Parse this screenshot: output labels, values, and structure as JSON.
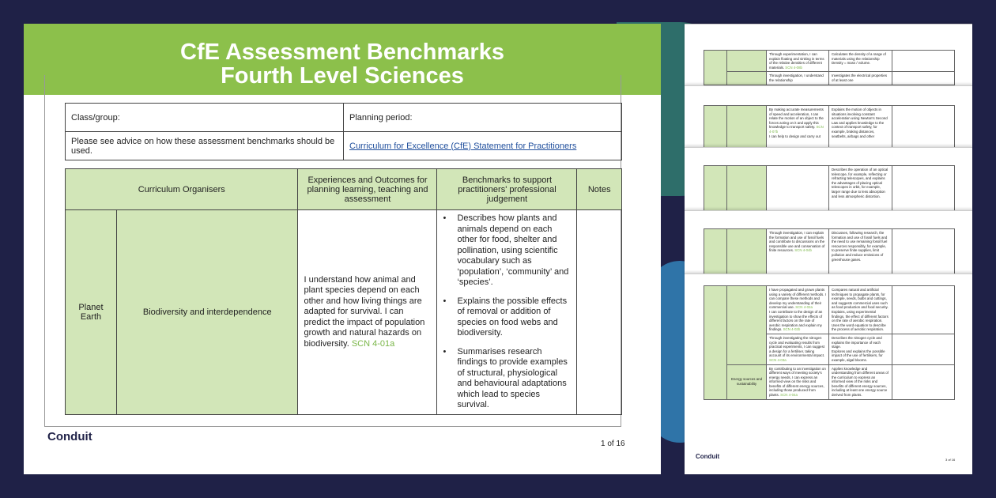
{
  "title_line1": "CfE Assessment Benchmarks",
  "title_line2": "Fourth Level Sciences",
  "info": {
    "class_label": "Class/group:",
    "planning_label": "Planning period:",
    "advice": "Please see advice on how these assessment benchmarks should be used.",
    "link": "Curriculum for Excellence (CfE) Statement for Practitioners"
  },
  "table": {
    "headers": [
      "Curriculum Organisers",
      "Experiences and Outcomes for planning learning, teaching and assessment",
      "Benchmarks to support practitioners' professional judgement",
      "Notes"
    ],
    "organiser": "Planet Earth",
    "sub_organiser": "Biodiversity and interdependence",
    "outcome": "I understand how animal and plant species depend on each other and how living things are adapted for survival. I can predict the impact of population growth and natural hazards on biodiversity.",
    "outcome_code": "SCN 4-01a",
    "benchmarks": [
      "Describes how plants and animals depend on each other for food, shelter and pollination, using scientific vocabulary such as ‘population’, ‘community’ and ‘species’.",
      "Explains the possible effects of removal or addition of species on food webs and biodiversity.",
      "Summarises research findings to provide examples of structural, physiological and behavioural adaptations which lead to species survival."
    ]
  },
  "footer": {
    "logo": "Conduit",
    "page": "1 of 16"
  },
  "thumbs": {
    "s1": {
      "o1": "Through experimentation, I can explain floating and sinking in terms of the relative densities of different materials.",
      "c1": "SCN 4-08b",
      "b1": "Calculates the density of a range of materials using the relationship Density = mass / volume.",
      "o2": "Through investigation, I understand the relationship",
      "b2": "Investigates the electrical properties of at least one"
    },
    "s2": {
      "o": "By making accurate measurements of speed and acceleration, I can relate the motion of an object to the forces acting on it and apply this knowledge to transport safety.",
      "c": "SCN 4-07b",
      "o2": "I can help to design and carry out",
      "b": "Explains the motion of objects in situations involving constant acceleration using Newton's Second Law and applies knowledge to the context of transport safety, for example, braking distances, seatbelts, airbags and other"
    },
    "s3": {
      "b": "Describes the operation of an optical telescope, for example, reflecting or refracting telescopes, and explains the advantages of placing optical telescopes in orbit, for example, larger range due to less absorption and less atmospheric distortion."
    },
    "s4": {
      "o": "Through investigation, I can explain the formation and use of fossil fuels and contribute to discussions on the responsible use and conservation of finite resources.",
      "c": "SCN 4-04b",
      "b": "Discusses, following research, the formation and use of fossil fuels and the need to use remaining fossil fuel resources responsibly, for example, to preserve finite supplies, limit pollution and reduce emissions of greenhouse gases."
    },
    "s5": {
      "o1": "I have propagated and grown plants using a variety of different methods. I can compare these methods and develop my understanding of their commercial use.",
      "c1": "SCN 4-02a",
      "o2": "I can contribute to the design of an investigation to show the effects of different factors on the rate of aerobic respiration and explain my findings.",
      "c2": "SCN 4-02b",
      "b1": "Compares natural and artificial techniques to propagate plants, for example, seeds, bulbs and cuttings, and suggests commercial uses such as food production and food security.",
      "b2": "Explains, using experimental findings, the effect of different factors on the rate of aerobic respiration.",
      "b3": "Uses the word equation to describe the process of aerobic respiration.",
      "o3": "Through investigating the nitrogen cycle and evaluating results from practical experiments, I can suggest a design for a fertiliser, taking account of its environmental impact.",
      "c3": "SCN 4-03a",
      "b4": "Describes the nitrogen cycle and explains the importance of each stage.",
      "b5": "Explores and explains the possible impact of the use of fertilisers, for example, algal blooms.",
      "org": "Energy sources and sustainability",
      "o4": "By contributing to an investigation on different ways of meeting society's energy needs, I can express an informed view on the risks and benefits of different energy sources, including those produced from plants.",
      "c4": "SCN 4-04a",
      "b6": "Applies knowledge and understanding from different areas of the curriculum to express an informed view of the risks and benefits of different energy sources, including at least one energy source derived from plants."
    },
    "logo": "Conduit",
    "page": "3 of 16"
  }
}
